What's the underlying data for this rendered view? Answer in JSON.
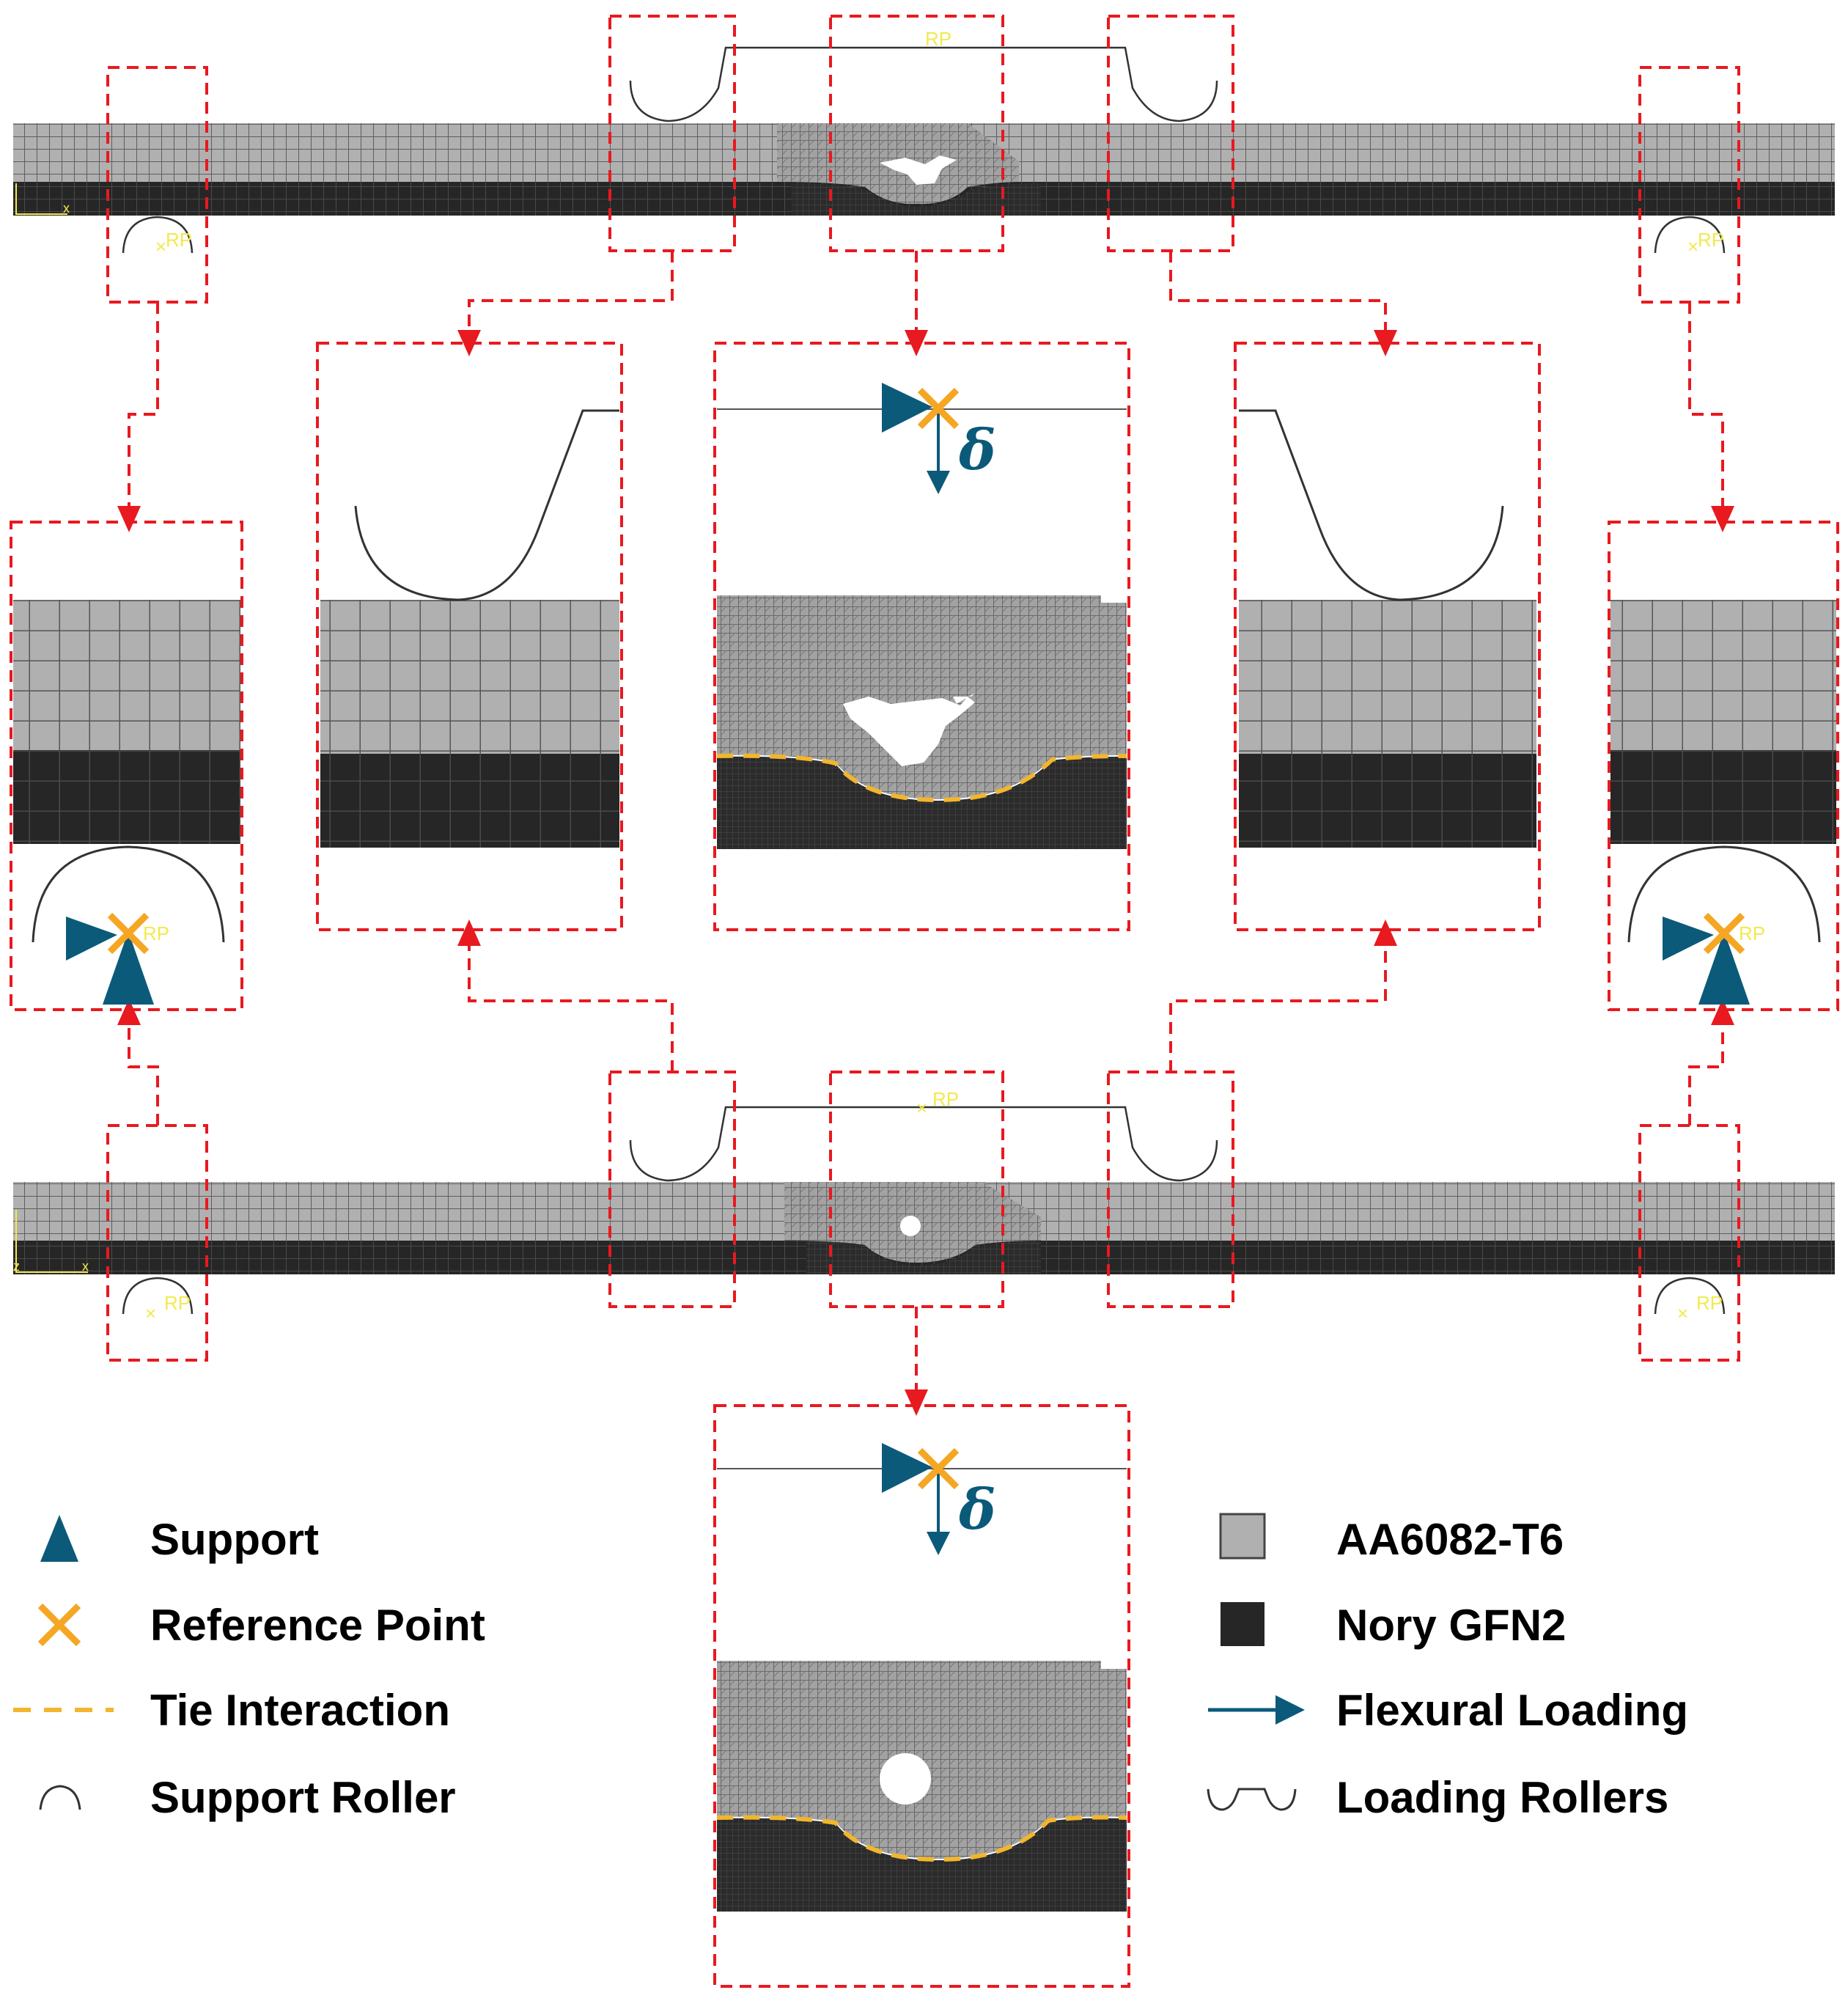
{
  "colors": {
    "aluminium": "#b0b0b0",
    "aluminium_grid": "#5a5a5a",
    "polymer": "#262626",
    "polymer_grid": "#4a4a4a",
    "weld": "#9c9c9c",
    "zoom_box": "#e8191f",
    "tie_interaction": "#f2b52e",
    "support": "#0b5a7a",
    "reference_point": "#f5a623",
    "rp_label": "#f2e94e",
    "roller_line": "#222222"
  },
  "labels": {
    "rp": "RP",
    "displacement": "δ"
  },
  "legend": {
    "left": [
      {
        "symbol": "support-triangle-icon",
        "label": "Support"
      },
      {
        "symbol": "reference-cross-icon",
        "label": "Reference Point"
      },
      {
        "symbol": "tie-dash-icon",
        "label": "Tie Interaction"
      },
      {
        "symbol": "support-roller-arc-icon",
        "label": "Support Roller"
      }
    ],
    "right": [
      {
        "symbol": "aluminium-swatch-icon",
        "label": "AA6082-T6"
      },
      {
        "symbol": "polymer-swatch-icon",
        "label": "Nory GFN2"
      },
      {
        "symbol": "loading-arrow-icon",
        "label": "Flexural Loading"
      },
      {
        "symbol": "loading-rollers-icon",
        "label": "Loading Rollers"
      }
    ]
  }
}
